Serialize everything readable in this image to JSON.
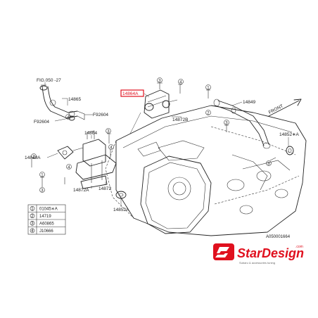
{
  "diagram": {
    "drawing_code": "A050001664",
    "figure_ref": "FIG.050 -27",
    "front_label": "FRONT",
    "highlighted_part": "14864A",
    "labels": {
      "p14865": "14865",
      "p92604_upper": "F92604",
      "p92604_lower": "F92604",
      "p14864": "14864",
      "p14849A": "14849A",
      "p14872A": "14872A",
      "p14872": "14872",
      "p14852A_lower": "14852A",
      "p14872B": "14872B",
      "p14849": "14849",
      "p14852A_right": "14852∗A"
    },
    "callout_numbers": [
      "1",
      "2",
      "3",
      "4"
    ],
    "legend": [
      {
        "num": "1",
        "part": "01045∗A"
      },
      {
        "num": "2",
        "part": "14719"
      },
      {
        "num": "3",
        "part": "A60865"
      },
      {
        "num": "4",
        "part": "J10666"
      }
    ]
  },
  "logo": {
    "brand": "StarDesign",
    "suffix": ".com",
    "tagline": "Subaru & accessories tuning",
    "color": "#e0101e"
  }
}
